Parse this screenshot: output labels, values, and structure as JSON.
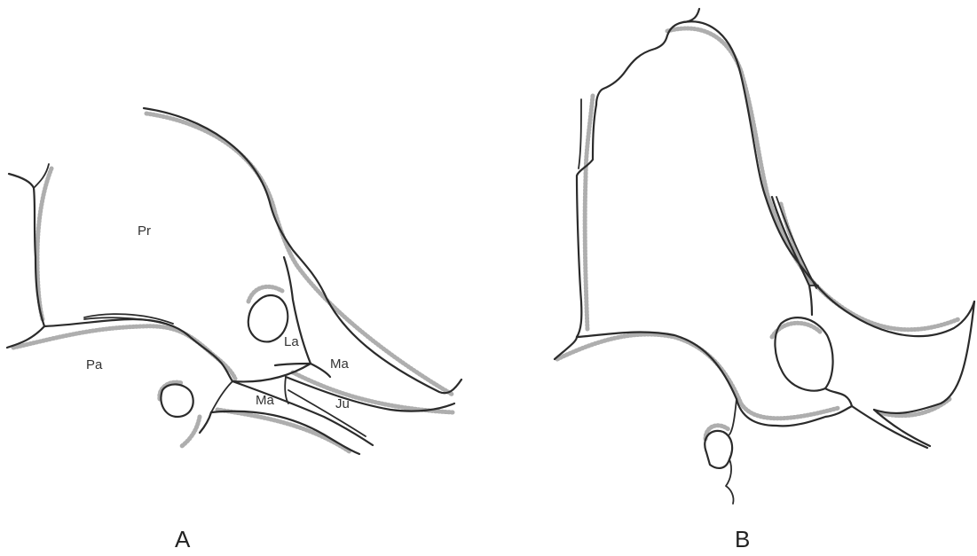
{
  "panels": [
    {
      "letter": "A",
      "regions": {
        "pr": "Pr",
        "pa": "Pa",
        "la": "La",
        "ma_upper": "Ma",
        "ma_lower": "Ma",
        "ju": "Ju"
      }
    },
    {
      "letter": "B"
    }
  ]
}
